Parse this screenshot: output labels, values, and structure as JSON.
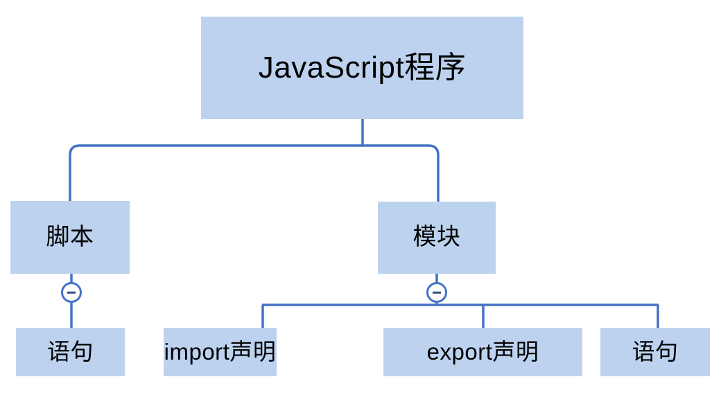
{
  "diagram": {
    "title": "JavaScript程序",
    "type": "tree",
    "colors": {
      "node_fill": "#bdd2ef",
      "connector": "#4472c4",
      "text": "#000000",
      "background": "#ffffff",
      "toggle_fill": "#ffffff"
    },
    "nodes": {
      "root": {
        "label": "JavaScript程序",
        "level": 0
      },
      "script": {
        "label": "脚本",
        "level": 1
      },
      "module": {
        "label": "模块",
        "level": 1
      },
      "script_statement": {
        "label": "语句",
        "level": 2
      },
      "module_import": {
        "label": "import声明",
        "level": 2
      },
      "module_export": {
        "label": "export声明",
        "level": 2
      },
      "module_statement": {
        "label": "语句",
        "level": 2
      }
    },
    "toggles": {
      "script_toggle": {
        "icon": "minus-circle-icon",
        "state": "expanded"
      },
      "module_toggle": {
        "icon": "minus-circle-icon",
        "state": "expanded"
      }
    },
    "edges": [
      {
        "from": "root",
        "to": "script"
      },
      {
        "from": "root",
        "to": "module"
      },
      {
        "from": "script",
        "to": "script_statement"
      },
      {
        "from": "module",
        "to": "module_import"
      },
      {
        "from": "module",
        "to": "module_export"
      },
      {
        "from": "module",
        "to": "module_statement"
      }
    ]
  }
}
